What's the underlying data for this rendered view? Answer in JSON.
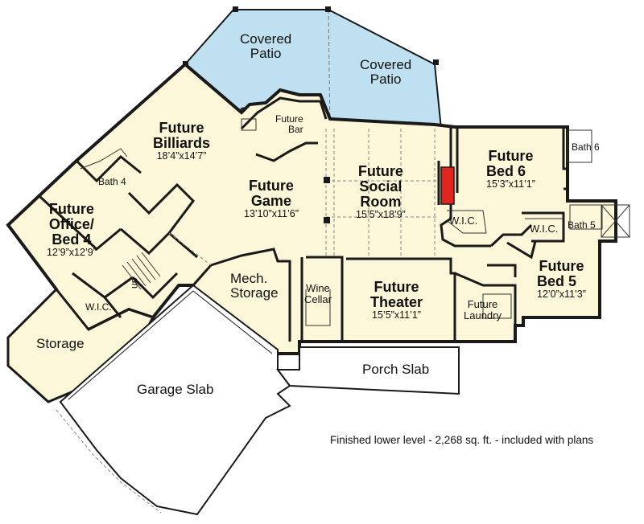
{
  "caption": "Finished lower level - 2,268 sq. ft. - included with plans",
  "colors": {
    "floor": "#fbf7d8",
    "patio": "#bfe0f0",
    "wall": "#1a1a1a",
    "fireplace": "#e0261f",
    "slab": "#ffffff"
  },
  "rooms": {
    "covered_patio_left": {
      "line1": "Covered",
      "line2": "Patio"
    },
    "covered_patio_right": {
      "line1": "Covered",
      "line2": "Patio"
    },
    "billiards": {
      "line1": "Future",
      "line2": "Billiards",
      "dims": "18’4”x14’7”"
    },
    "bar": {
      "line1": "Future",
      "line2": "Bar"
    },
    "game": {
      "line1": "Future",
      "line2": "Game",
      "dims": "13’10”x11’6”"
    },
    "social": {
      "line1": "Future",
      "line2": "Social",
      "line3": "Room",
      "dims": "15’5”x18’9”"
    },
    "bed6": {
      "line1": "Future",
      "line2": "Bed 6",
      "dims": "15’3”x11’1”"
    },
    "bath6": {
      "name": "Bath 6"
    },
    "wic_right": {
      "name": "W.I.C."
    },
    "wic_mid": {
      "name": "W.I.C."
    },
    "bath5": {
      "name": "Bath 5"
    },
    "bed5": {
      "line1": "Future",
      "line2": "Bed 5",
      "dims": "12’0”x11’3”"
    },
    "bath4": {
      "name": "Bath 4"
    },
    "office": {
      "line1": "Future",
      "line2": "Office/",
      "line3": "Bed 4",
      "dims": "12’9”x12’9”"
    },
    "stair": {
      "name": "up"
    },
    "wic_left": {
      "name": "W.I.C."
    },
    "storage": {
      "name": "Storage"
    },
    "mech": {
      "line1": "Mech.",
      "line2": "Storage"
    },
    "wine": {
      "line1": "Wine",
      "line2": "Cellar"
    },
    "theater": {
      "line1": "Future",
      "line2": "Theater",
      "dims": "15’5”x11’1”"
    },
    "laundry": {
      "line1": "Future",
      "line2": "Laundry"
    },
    "porch": {
      "name": "Porch Slab"
    },
    "garage": {
      "name": "Garage Slab"
    }
  }
}
